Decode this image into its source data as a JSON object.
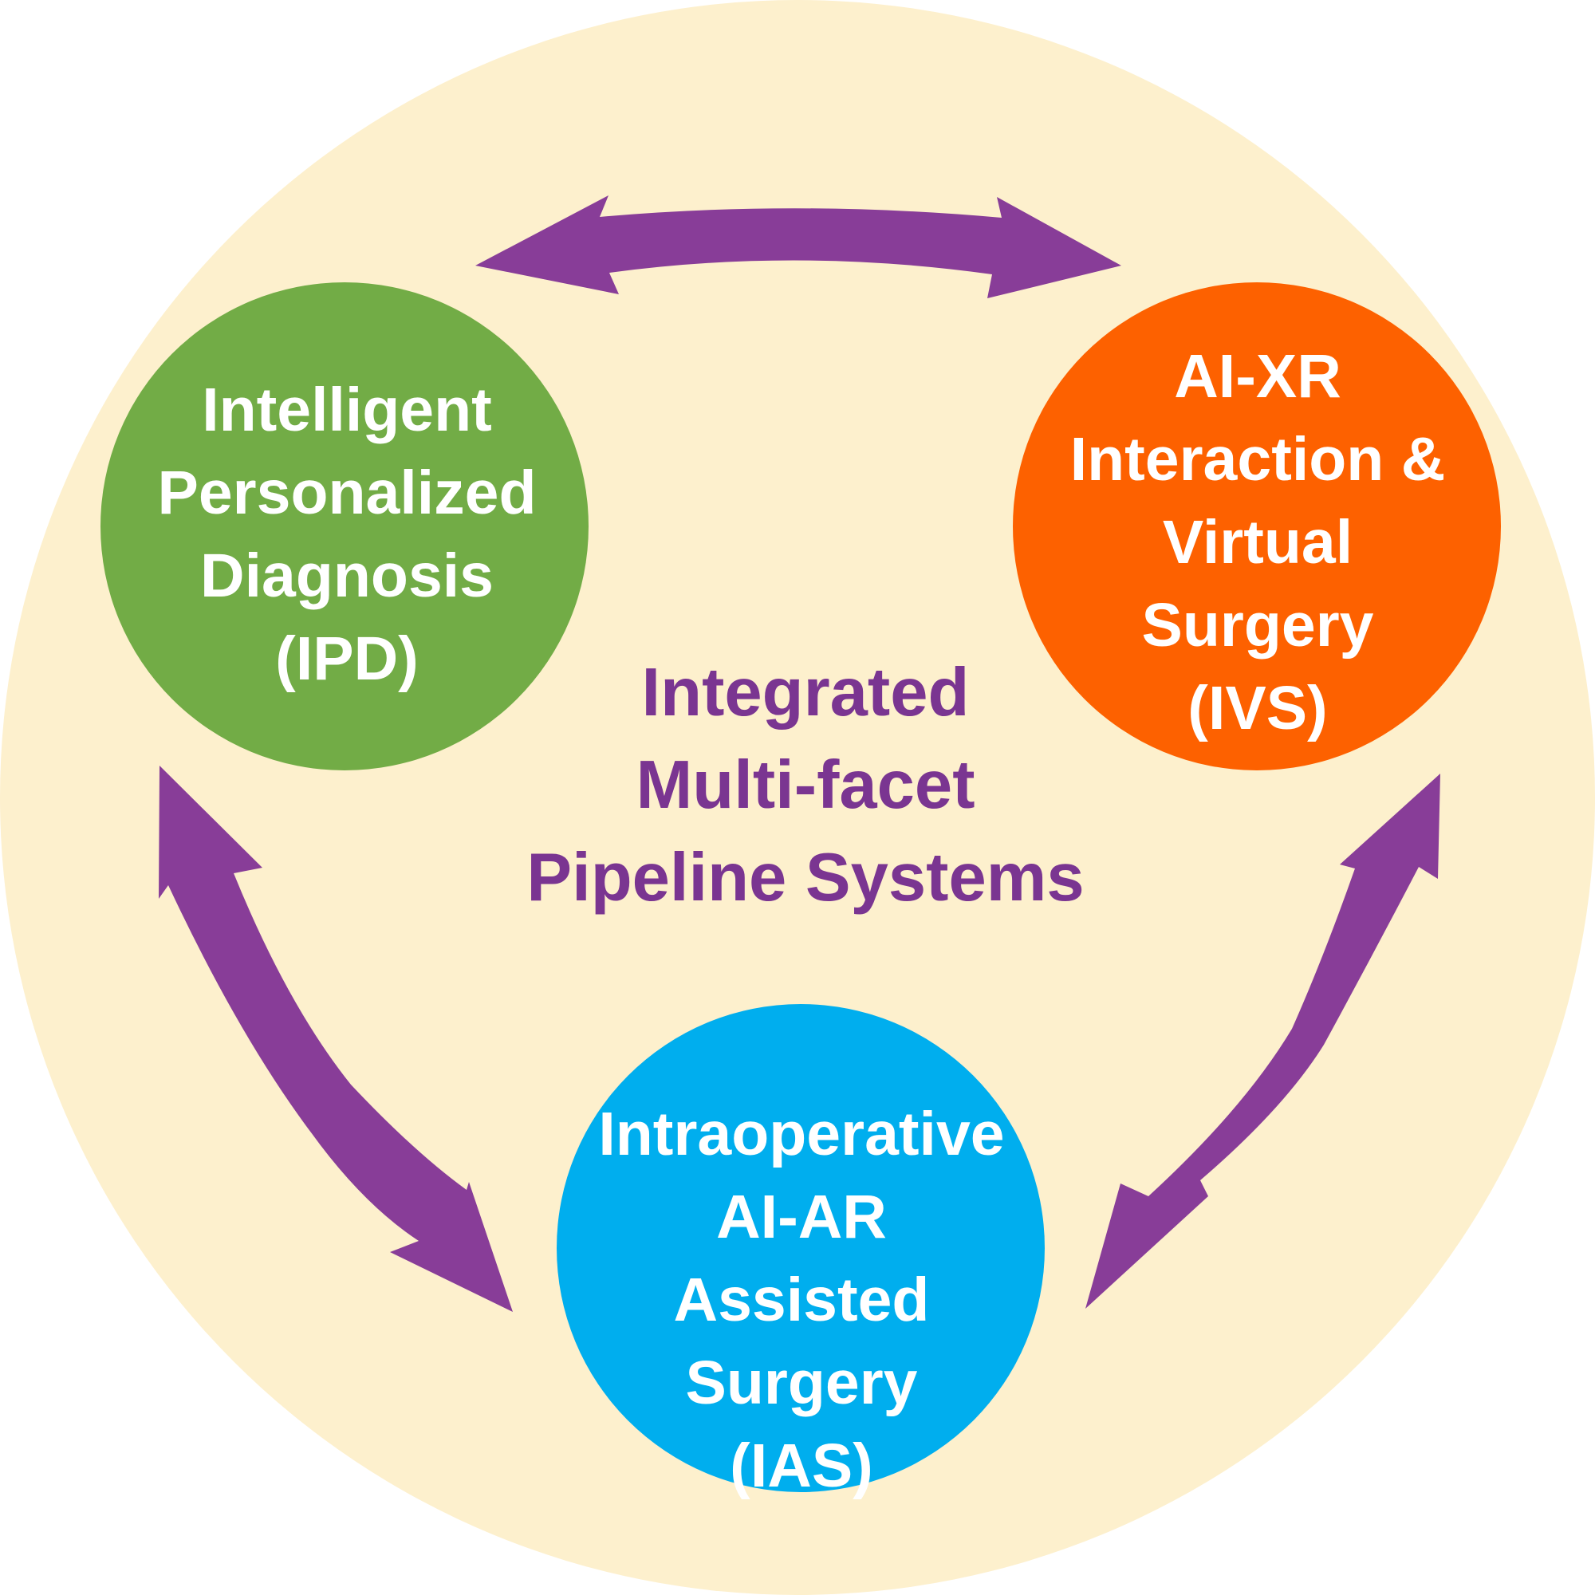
{
  "diagram": {
    "title_lines": [
      "Integrated",
      "Multi-facet",
      "Pipeline Systems"
    ],
    "nodes": {
      "ipd": {
        "label_lines": [
          "Intelligent",
          "Personalized",
          "Diagnosis",
          "(IPD)"
        ],
        "color": "#72ac46"
      },
      "ivs": {
        "label_lines": [
          "AI-XR",
          "Interaction &",
          "Virtual",
          "Surgery",
          "(IVS)"
        ],
        "color": "#fd6100"
      },
      "ias": {
        "label_lines": [
          "Intraoperative",
          "AI-AR",
          "Assisted",
          "Surgery",
          "(IAS)"
        ],
        "color": "#00aeee"
      }
    },
    "connections": [
      {
        "from": "IPD",
        "to": "IVS",
        "direction": "bidirectional"
      },
      {
        "from": "IPD",
        "to": "IAS",
        "direction": "bidirectional"
      },
      {
        "from": "IVS",
        "to": "IAS",
        "direction": "bidirectional"
      }
    ],
    "colors": {
      "background_circle": "#fdf0cd",
      "arrows": "#883d98",
      "title_text": "#7a3591",
      "node_text": "#ffffff"
    }
  }
}
